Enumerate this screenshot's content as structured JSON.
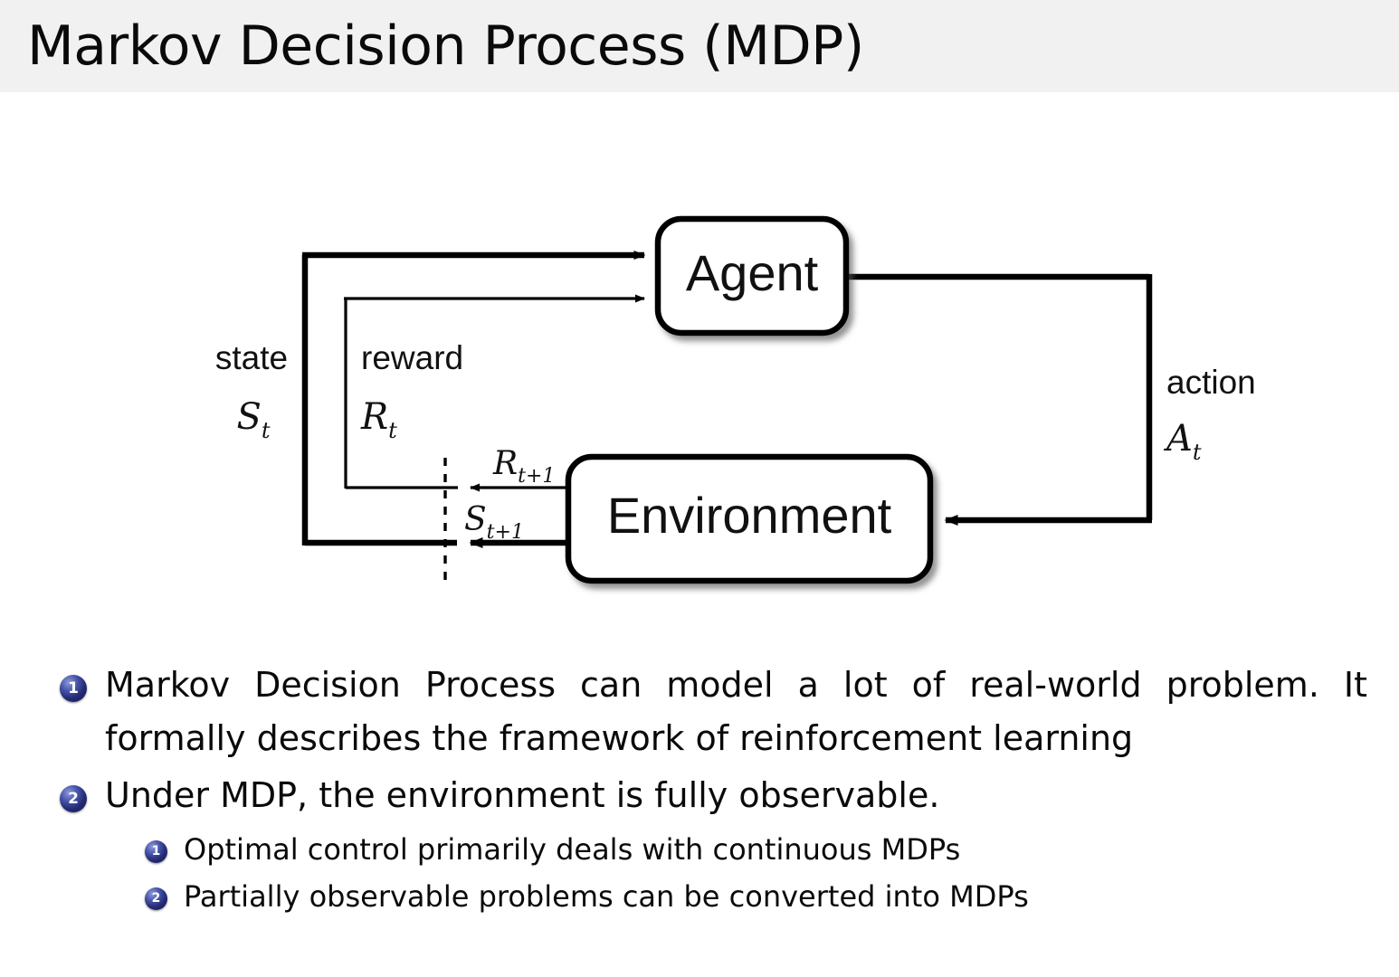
{
  "slide": {
    "title": "Markov Decision Process (MDP)",
    "header_bg": "#f1f1f1",
    "text_color": "#0a0a0a",
    "background": "#ffffff"
  },
  "diagram": {
    "name": "agent-environment-interaction-loop",
    "nodes": {
      "agent": "Agent",
      "environment": "Environment"
    },
    "edge_labels": {
      "state_word": "state",
      "state_symbol_base": "S",
      "state_symbol_sub": "t",
      "reward_word": "reward",
      "reward_symbol_base": "R",
      "reward_symbol_sub": "t",
      "action_word": "action",
      "action_symbol_base": "A",
      "action_symbol_sub": "t",
      "reward_next_base": "R",
      "reward_next_sub": "t+1",
      "state_next_base": "S",
      "state_next_sub": "t+1"
    },
    "stroke_color": "#000000"
  },
  "bullets": {
    "badge_color": "#242a72",
    "items": [
      {
        "number": "1",
        "level": 1,
        "text": "Markov Decision Process can model a lot of real-world problem. It formally describes the framework of reinforcement learning"
      },
      {
        "number": "2",
        "level": 1,
        "text": "Under MDP, the environment is fully observable."
      },
      {
        "number": "1",
        "level": 2,
        "text": "Optimal control primarily deals with continuous MDPs"
      },
      {
        "number": "2",
        "level": 2,
        "text": "Partially observable problems can be converted into MDPs"
      }
    ]
  }
}
